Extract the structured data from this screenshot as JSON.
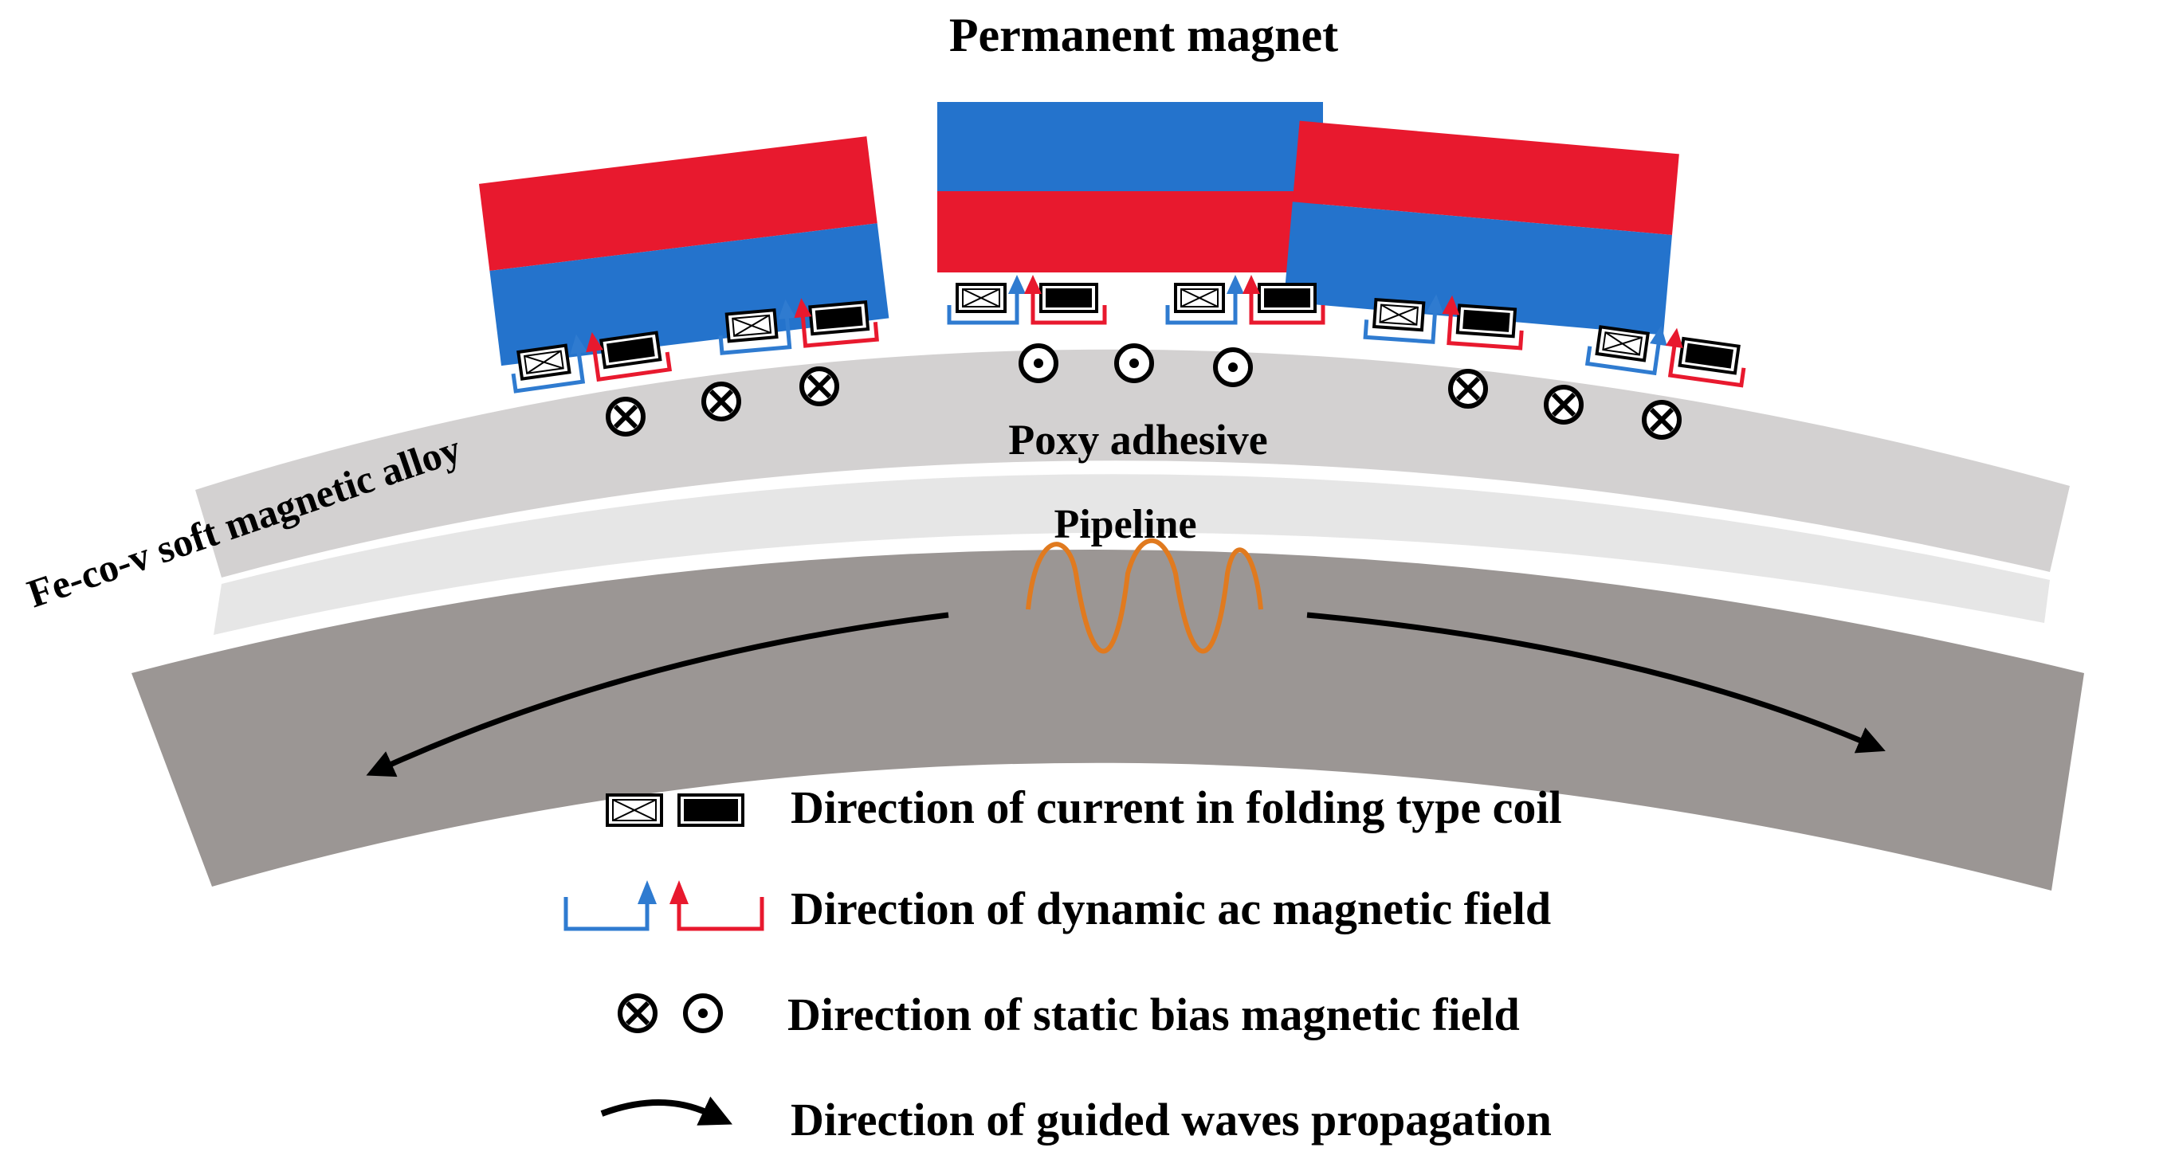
{
  "labels": {
    "permanent_magnet": "Permanent magnet",
    "fecov": "Fe-co-v soft magnetic alloy",
    "poxy": "Poxy adhesive",
    "pipeline": "Pipeline"
  },
  "legend": {
    "current": "Direction of current in folding type coil",
    "dynamic": "Direction of dynamic ac magnetic field",
    "static": "Direction of static bias magnetic field",
    "guided": "Direction of guided waves propagation"
  },
  "colors": {
    "magnet_red": "#E8192E",
    "magnet_blue": "#2473CC",
    "field_red": "#E8192E",
    "field_blue": "#2F7BD0",
    "pipe": "#9B9694",
    "alloy": "#D3D1D1",
    "adhesive": "#E6E6E6",
    "wave": "#E07A1F"
  },
  "icons": {
    "current_in": "crossed-box-icon",
    "current_out": "filled-box-icon",
    "field_into": "circle-cross-icon",
    "field_out": "circle-dot-icon",
    "wave_arrow": "curved-arrow-icon"
  }
}
